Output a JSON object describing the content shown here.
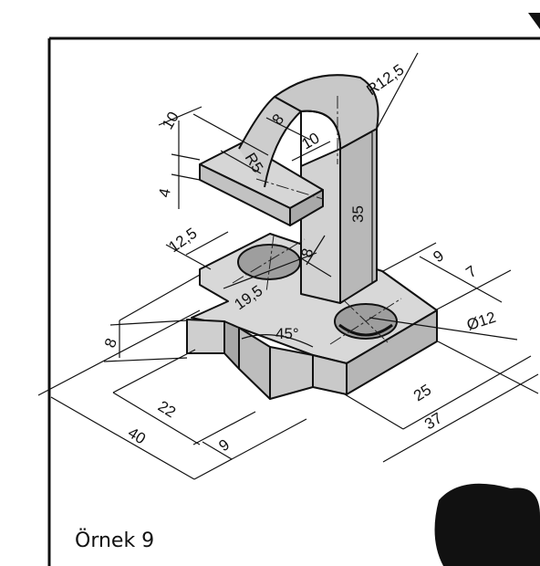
{
  "caption": "Örnek 9",
  "dimensions": {
    "r12_5": "R12,5",
    "d8_top": "8",
    "d10_top": "10",
    "d10_left": "10",
    "d4": "4",
    "r5": "R5",
    "d35": "35",
    "d12_5": "12,5",
    "d8_mid": "8",
    "d19_5": "19,5",
    "d9_right": "9",
    "d7": "7",
    "dia12": "Ø12",
    "d45": "45°",
    "d8_left": "8",
    "d22": "22",
    "d40": "40",
    "d9_bottom": "9",
    "d25": "25",
    "d37": "37"
  },
  "colors": {
    "face_light": "#dcdcdc",
    "face_mid": "#c4c4c4",
    "face_dark": "#a9a9a9",
    "line": "#111111"
  }
}
